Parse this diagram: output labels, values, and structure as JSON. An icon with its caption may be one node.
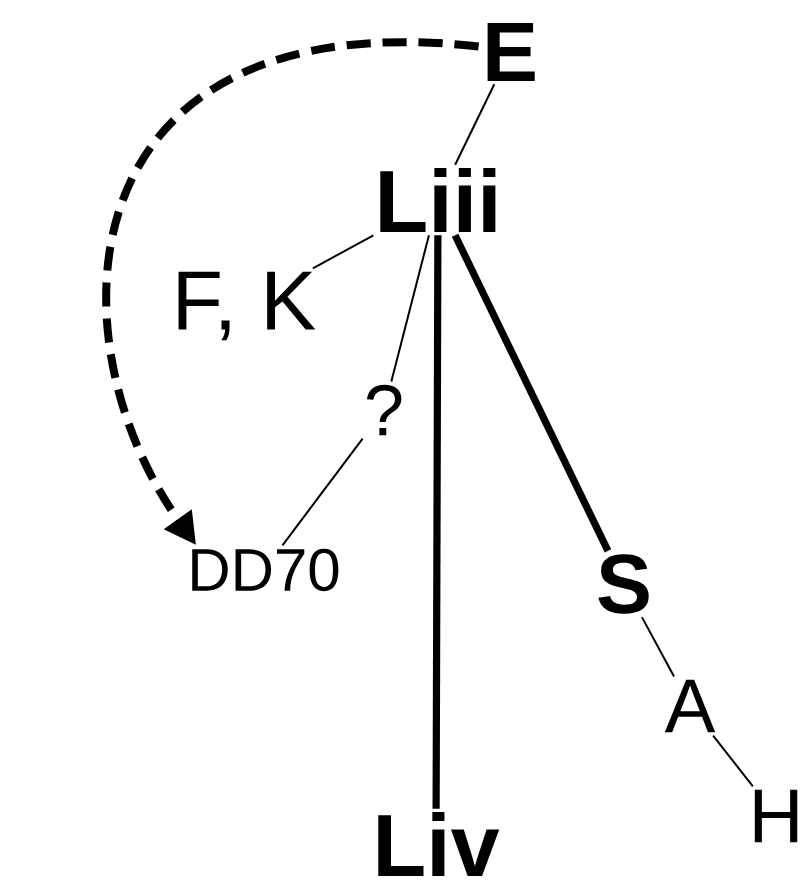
{
  "diagram": {
    "nodes": [
      {
        "text": [
          "E"
        ]
      },
      {
        "text": [
          "Liii"
        ]
      },
      {
        "text": [
          "F, K"
        ]
      },
      {
        "text": [
          "?"
        ]
      },
      {
        "text": [
          "DD70"
        ]
      },
      {
        "text": [
          "S"
        ]
      },
      {
        "text": [
          "A"
        ]
      },
      {
        "text": [
          "Liv"
        ]
      },
      {
        "text": [
          "H"
        ]
      }
    ],
    "edges": [
      {
        "from": 0,
        "to": 1,
        "arrow": "none"
      },
      {
        "from": 1,
        "to": 2,
        "arrow": "none"
      },
      {
        "from": 1,
        "to": 3,
        "arrow": "none"
      },
      {
        "from": 3,
        "to": 4,
        "arrow": "none"
      },
      {
        "from": 1,
        "to": 7,
        "arrow": "none",
        "style": "thick"
      },
      {
        "from": 1,
        "to": 5,
        "arrow": "none",
        "style": "thick"
      },
      {
        "from": 5,
        "to": 6,
        "arrow": "none"
      },
      {
        "from": 6,
        "to": 8,
        "arrow": "none"
      },
      {
        "from": 0,
        "to": 4,
        "arrow": "to",
        "style": "dashed"
      }
    ]
  }
}
